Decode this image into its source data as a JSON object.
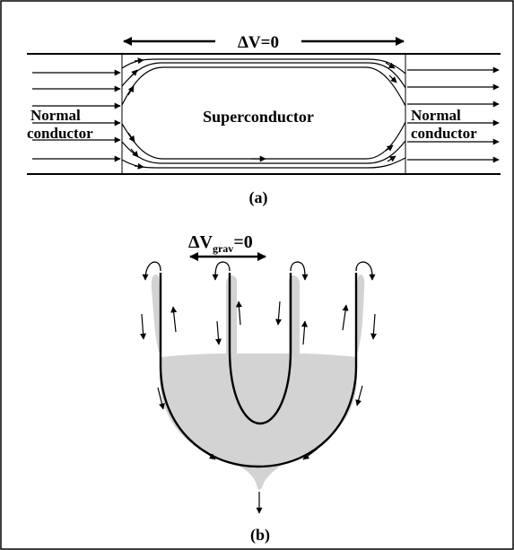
{
  "panel_a": {
    "delta_v_label": "ΔV=0",
    "left_label_line1": "Normal",
    "left_label_line2": "conductor",
    "center_label": "Superconductor",
    "right_label_line1": "Normal",
    "right_label_line2": "conductor",
    "caption": "(a)"
  },
  "panel_b": {
    "delta_prefix": "ΔV",
    "delta_subscript": "grav",
    "delta_suffix": "=0",
    "caption": "(b)"
  },
  "colors": {
    "line": "#000000",
    "fluid": "#d3d3d3",
    "border": "#000000",
    "background": "#ffffff"
  }
}
